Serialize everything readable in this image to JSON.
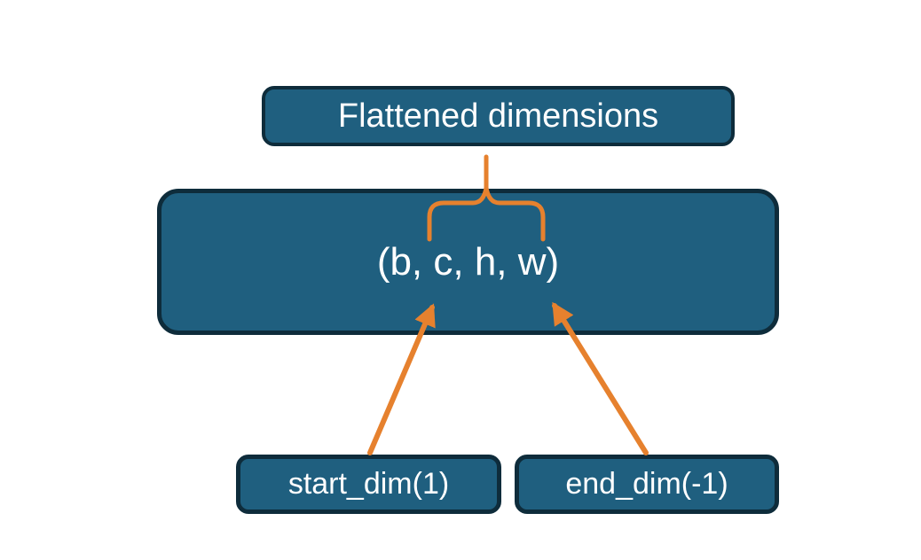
{
  "diagram": {
    "title_node": {
      "label": "Flattened dimensions"
    },
    "tensor_node": {
      "label": "(b, c, h, w)"
    },
    "start_dim_node": {
      "label": "start_dim(1)"
    },
    "end_dim_node": {
      "label": "end_dim(-1)"
    },
    "colors": {
      "background": "#FFFFFF",
      "node_fill": "#1F5F7F",
      "node_border": "#0E2C3B",
      "accent_orange": "#E6812E",
      "text": "#FFFFFF"
    }
  }
}
